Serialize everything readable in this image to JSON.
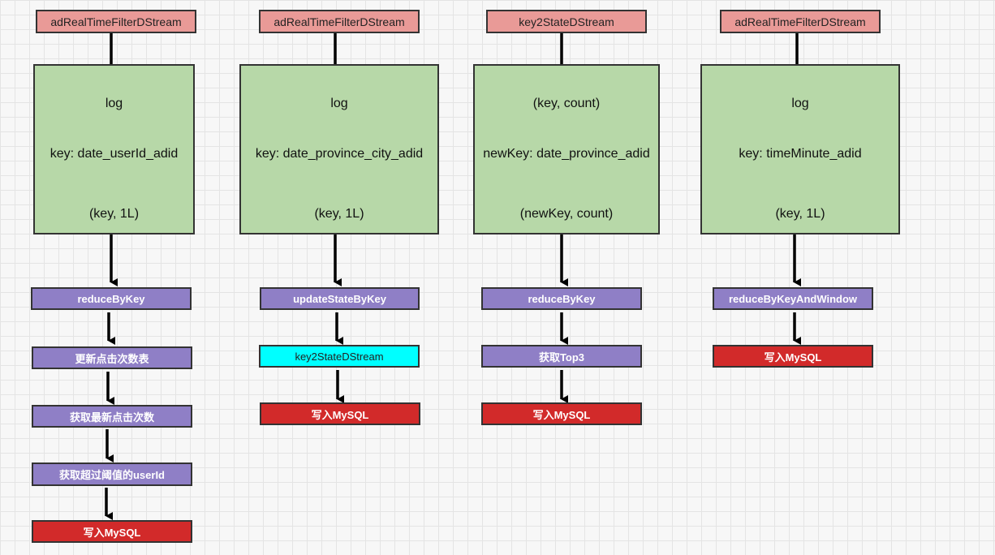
{
  "columns": [
    {
      "source": "adRealTimeFilterDStream",
      "steps": [
        "log",
        "key: date_userId_adid",
        "(key, 1L)"
      ],
      "ops": [
        "reduceByKey",
        "更新点击次数表",
        "获取最新点击次数",
        "获取超过阈值的userId"
      ],
      "sink": "写入MySQL"
    },
    {
      "source": "adRealTimeFilterDStream",
      "steps": [
        "log",
        "key: date_province_city_adid",
        "(key, 1L)"
      ],
      "ops": [
        "updateStateByKey",
        "key2StateDStream"
      ],
      "sink": "写入MySQL"
    },
    {
      "source": "key2StateDStream",
      "steps": [
        "(key, count)",
        "newKey: date_province_adid",
        "(newKey, count)"
      ],
      "ops": [
        "reduceByKey",
        "获取Top3"
      ],
      "sink": "写入MySQL"
    },
    {
      "source": "adRealTimeFilterDStream",
      "steps": [
        "log",
        "key: timeMinute_adid",
        "(key, 1L)"
      ],
      "ops": [
        "reduceByKeyAndWindow"
      ],
      "sink": "写入MySQL"
    }
  ],
  "colors": {
    "source_box": "#e99a97",
    "process_box": "#b7d8a8",
    "operation_box": "#8f7fc6",
    "highlight_box": "#00ffff",
    "sink_box": "#d22a2a"
  }
}
